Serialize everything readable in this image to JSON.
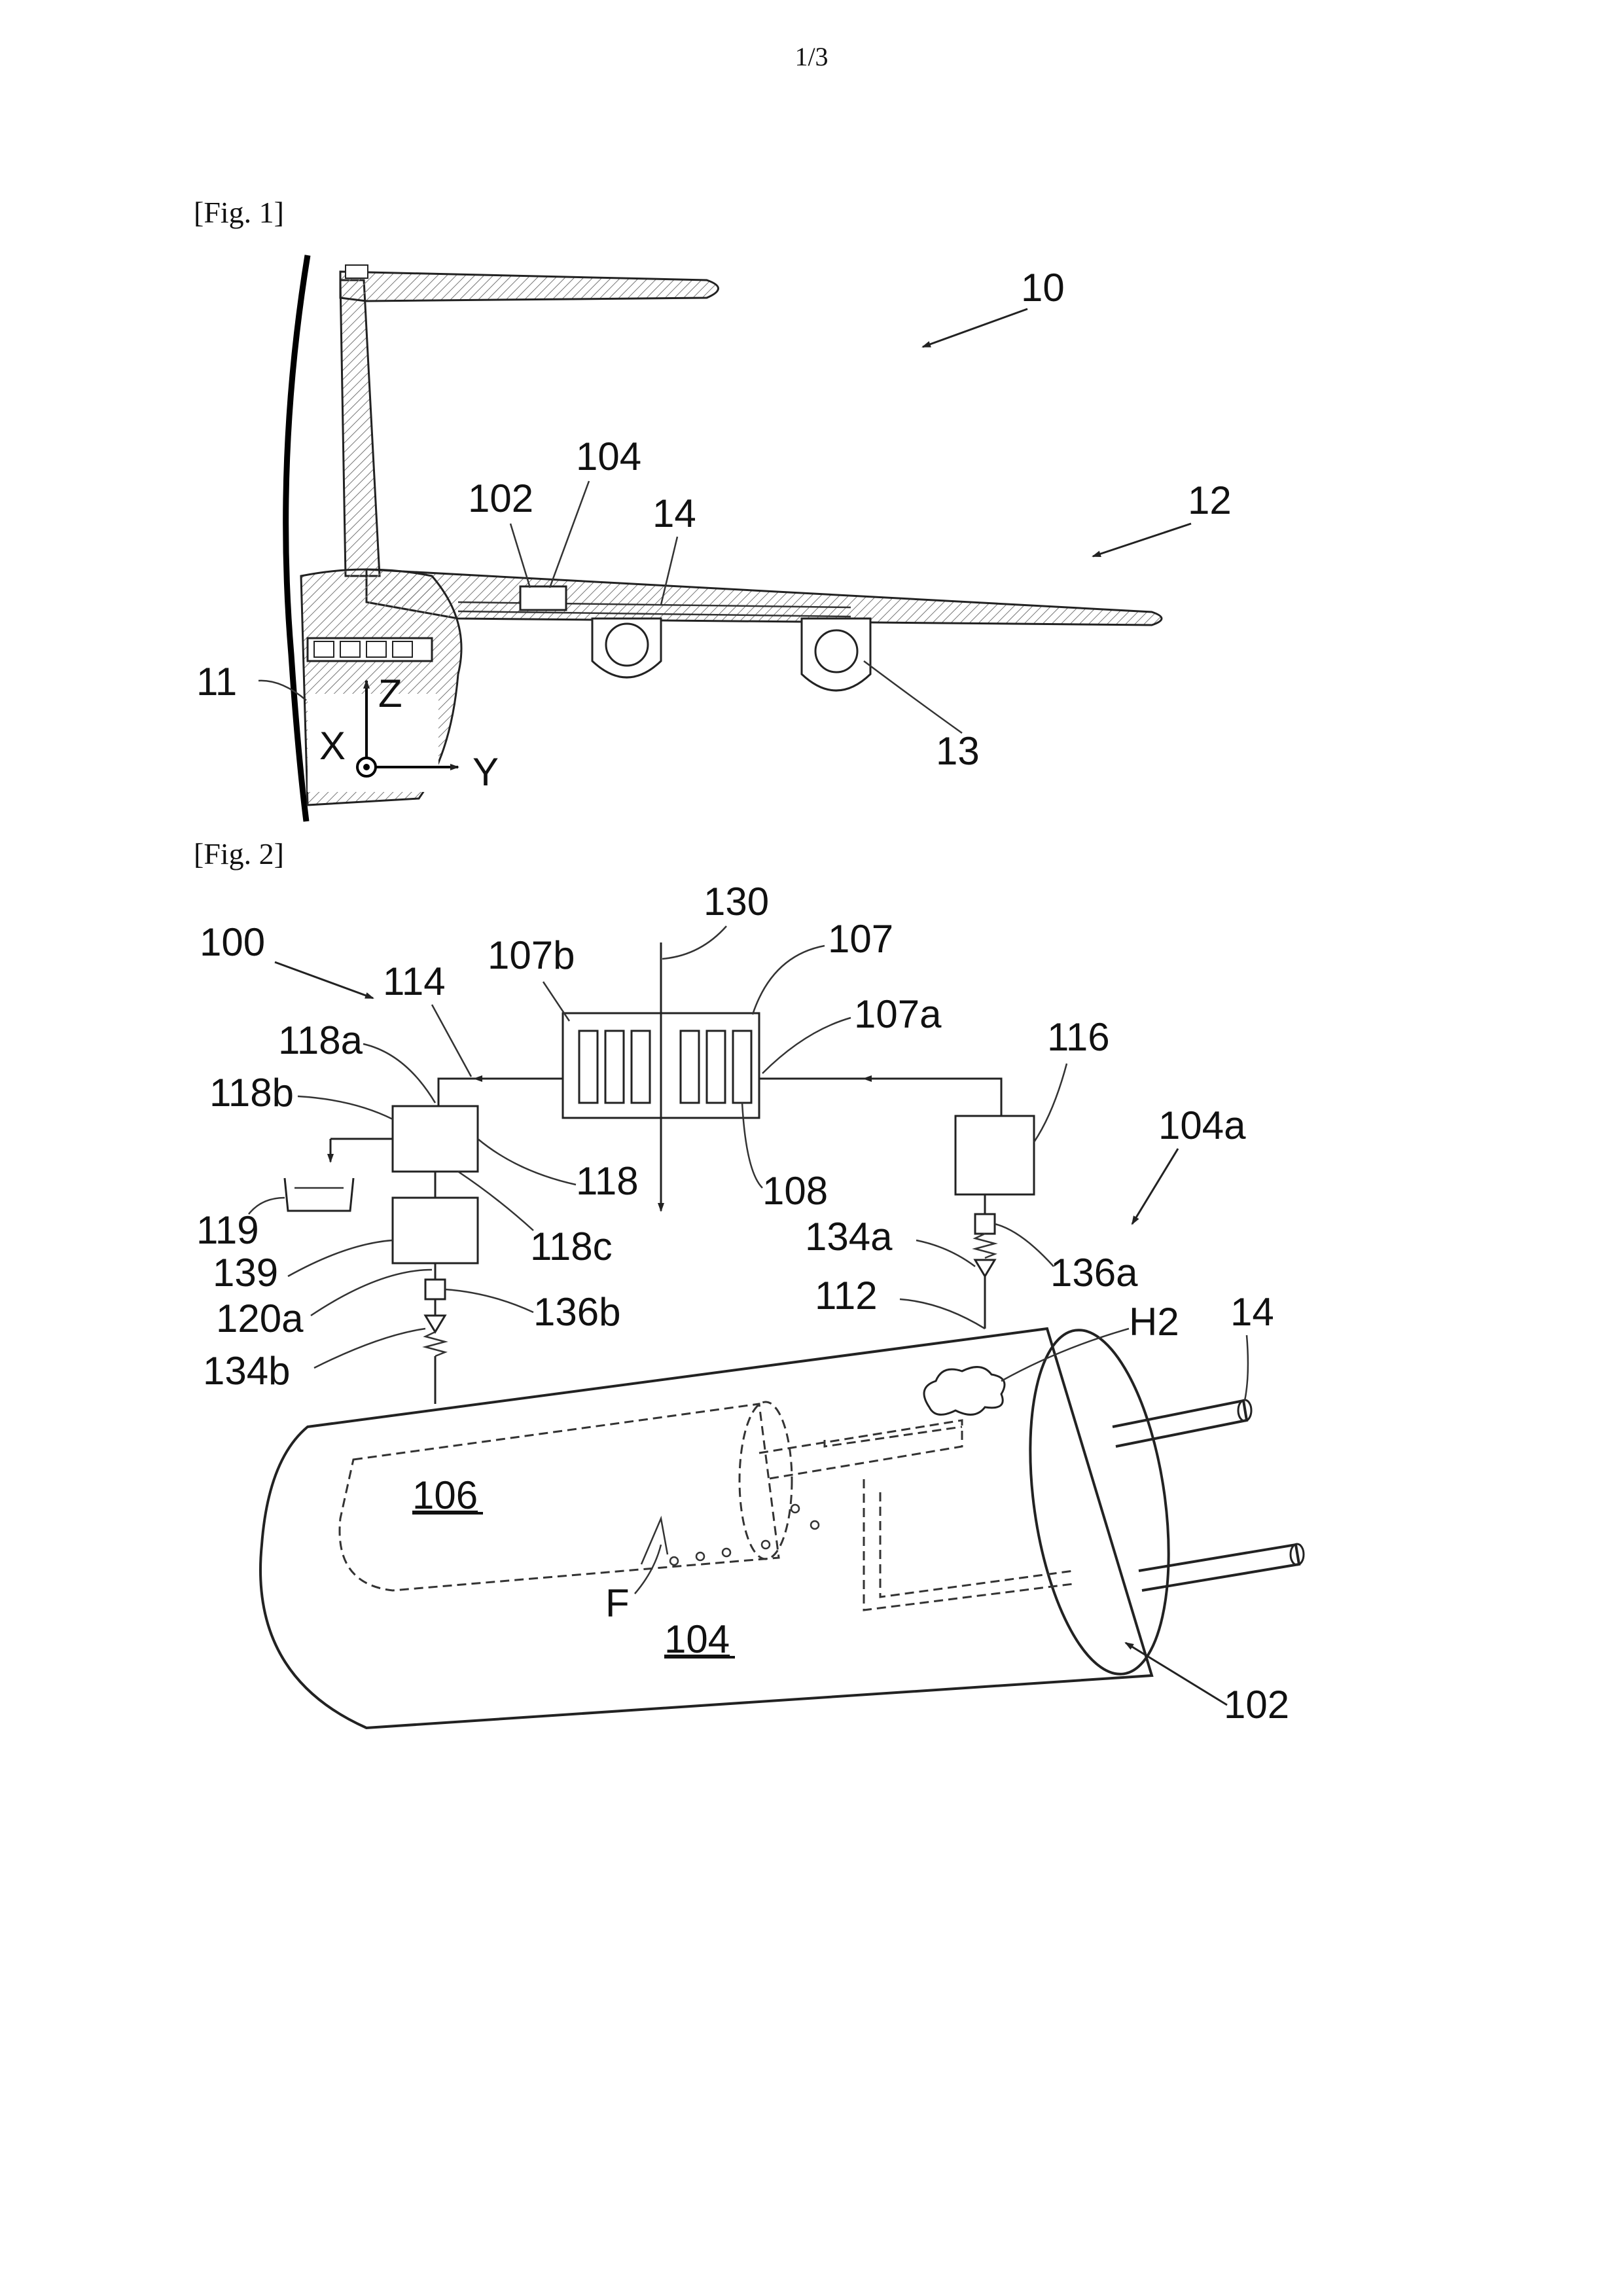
{
  "page": {
    "number": "1/3"
  },
  "figures": [
    {
      "label": "[Fig. 1]",
      "refs": {
        "aircraft": "10",
        "fuselage": "11",
        "wing": "12",
        "engine": "13",
        "line": "14",
        "tank": "102",
        "tank_inner": "104",
        "axis_x": "X",
        "axis_y": "Y",
        "axis_z": "Z"
      }
    },
    {
      "label": "[Fig. 2]",
      "refs": {
        "system": "100",
        "line_114": "114",
        "exchanger_107b": "107b",
        "flow_130": "130",
        "exchanger": "107",
        "exchanger_107a": "107a",
        "unit_116": "116",
        "unit_118a": "118a",
        "unit_118b": "118b",
        "unit_118": "118",
        "core_108": "108",
        "reservoir": "119",
        "unit_118c": "118c",
        "unit_139": "139",
        "line_120a": "120a",
        "valve_136b": "136b",
        "valve_134b": "134b",
        "valve_134a": "134a",
        "valve_136a": "136a",
        "tank_104a": "104a",
        "line_112": "112",
        "hydrogen": "H2",
        "line_14": "14",
        "inner_106": "106",
        "fluid": "F",
        "tank_104": "104",
        "tank_102": "102"
      }
    }
  ]
}
